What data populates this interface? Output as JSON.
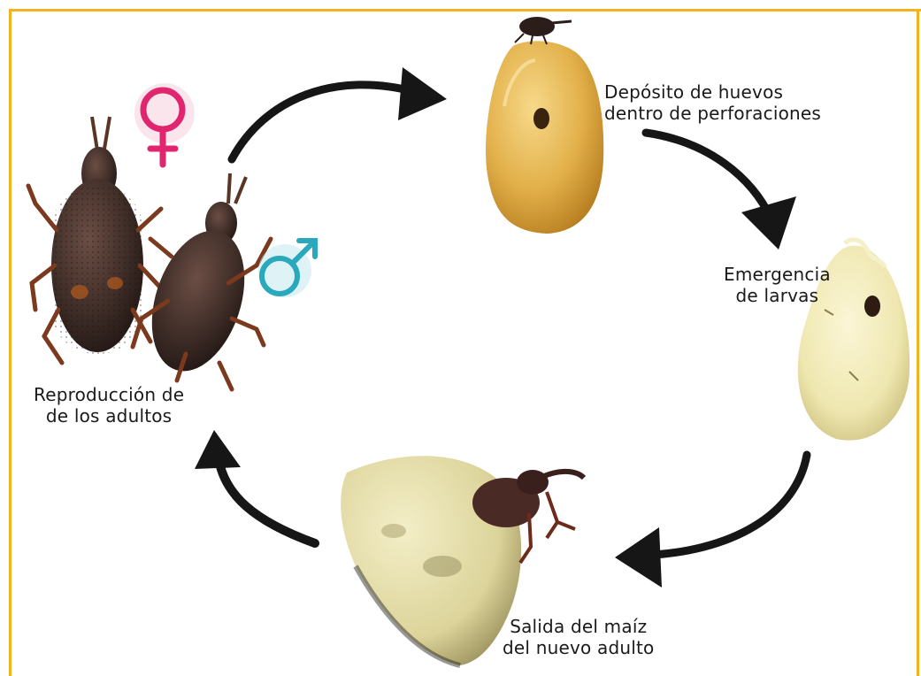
{
  "colors": {
    "frame": "#f3b21e",
    "arrow": "#161616",
    "female_symbol": "#e0266e",
    "male_symbol": "#2aa9bd",
    "kernel": "#e2b04a",
    "kernel_pale": "#efe7b0",
    "weevil": "#3a2a26"
  },
  "stages": {
    "deposit": {
      "line1": "Depósito de huevos",
      "line2": "dentro de perforaciones"
    },
    "larvae": {
      "line1": "Emergencia",
      "line2": "de larvas"
    },
    "exit": {
      "line1": "Salida del maíz",
      "line2": "del nuevo adulto"
    },
    "reproduction": {
      "line1": "Reproducción de",
      "line2": "de los adultos"
    }
  },
  "icons": {
    "female": "female-symbol-icon",
    "male": "male-symbol-icon"
  }
}
